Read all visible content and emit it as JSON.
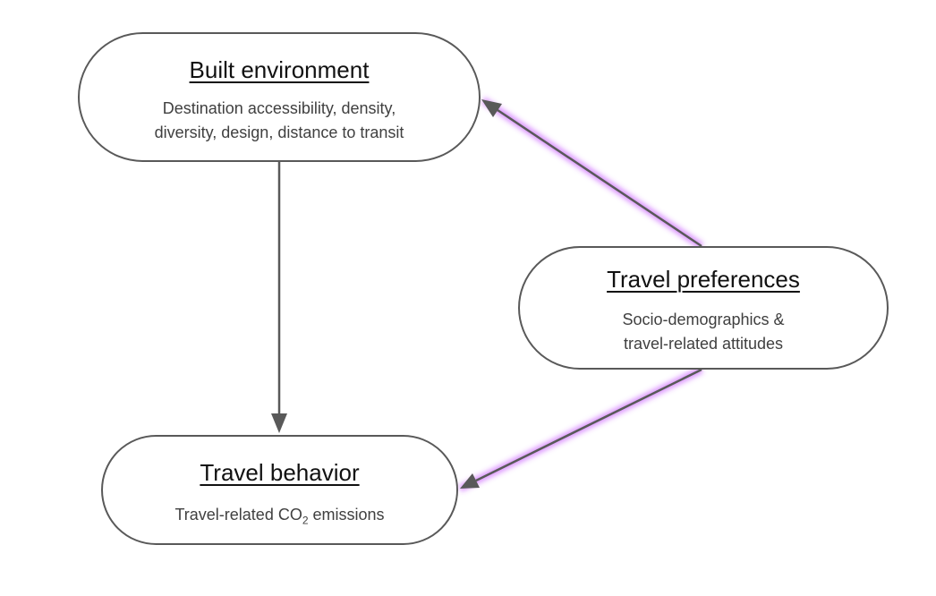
{
  "nodes": {
    "built_environment": {
      "title": "Built environment",
      "line1": "Destination accessibility, density,",
      "line2": "diversity, design, distance to transit"
    },
    "travel_preferences": {
      "title": "Travel preferences",
      "line1": "Socio-demographics &",
      "line2": "travel-related attitudes"
    },
    "travel_behavior": {
      "title": "Travel behavior",
      "desc_pre": "Travel-related CO",
      "desc_sub": "2",
      "desc_post": " emissions"
    }
  },
  "edges": [
    {
      "from": "built_environment",
      "to": "travel_behavior",
      "glow_color": "#3ccf8e"
    },
    {
      "from": "travel_preferences",
      "to": "built_environment",
      "glow_color": "#c040ff"
    },
    {
      "from": "travel_preferences",
      "to": "travel_behavior",
      "glow_color": "#c040ff"
    }
  ],
  "colors": {
    "arrow": "#595959",
    "border": "#595959"
  }
}
